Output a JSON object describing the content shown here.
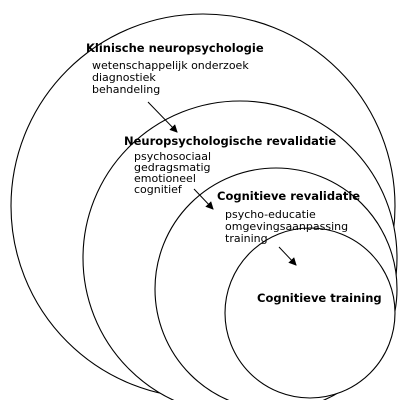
{
  "levels": [
    {
      "title": "Klinische neuropsychologie",
      "items": [
        "wetenschappelijk onderzoek",
        "diagnostiek",
        "behandeling"
      ]
    },
    {
      "title": "Neuropsychologische revalidatie",
      "items": [
        "psychosociaal",
        "gedragsmatig",
        "emotioneel",
        "cognitief"
      ]
    },
    {
      "title": "Cognitieve revalidatie",
      "items": [
        "psycho-educatie",
        "omgevingsaanpassing",
        "training"
      ]
    },
    {
      "title": "Cognitieve training",
      "items": []
    }
  ]
}
